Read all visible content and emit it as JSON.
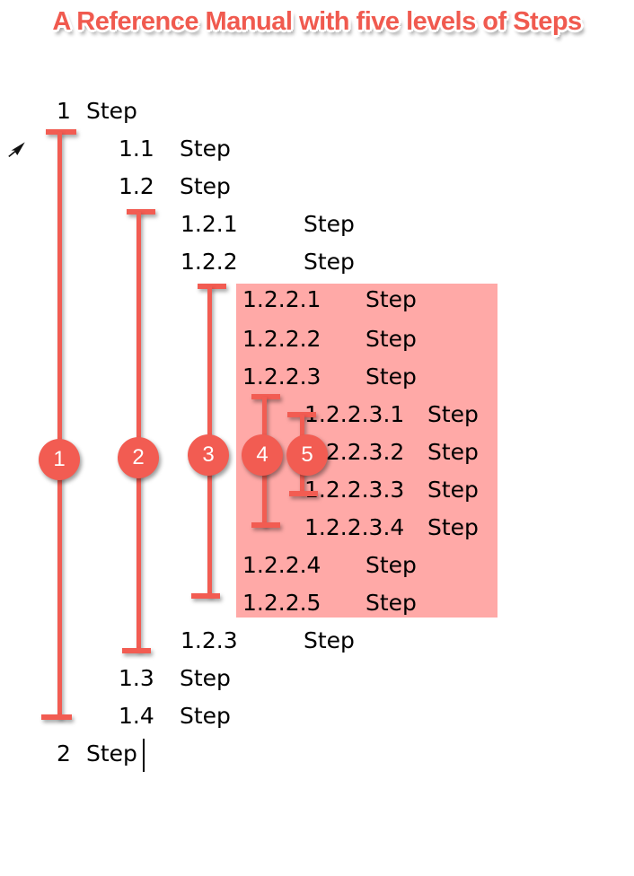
{
  "title": "A Reference Manual with five levels of Steps",
  "colors": {
    "accent": "#f25c52",
    "highlight": "#ffa9a7",
    "text": "#000000"
  },
  "outline": [
    {
      "number": "1",
      "label": "Step",
      "level": 1
    },
    {
      "number": "1.1",
      "label": "Step",
      "level": 2
    },
    {
      "number": "1.2",
      "label": "Step",
      "level": 2
    },
    {
      "number": "1.2.1",
      "label": "Step",
      "level": 3
    },
    {
      "number": "1.2.2",
      "label": "Step",
      "level": 3
    },
    {
      "number": "1.2.2.1",
      "label": "Step",
      "level": 4
    },
    {
      "number": "1.2.2.2",
      "label": "Step",
      "level": 4
    },
    {
      "number": "1.2.2.3",
      "label": "Step",
      "level": 4
    },
    {
      "number": "1.2.2.3.1",
      "label": "Step",
      "level": 5
    },
    {
      "number": "1.2.2.3.2",
      "label": "Step",
      "level": 5
    },
    {
      "number": "1.2.2.3.3",
      "label": "Step",
      "level": 5
    },
    {
      "number": "1.2.2.3.4",
      "label": "Step",
      "level": 5
    },
    {
      "number": "1.2.2.4",
      "label": "Step",
      "level": 4
    },
    {
      "number": "1.2.2.5",
      "label": "Step",
      "level": 4
    },
    {
      "number": "1.2.3",
      "label": "Step",
      "level": 3
    },
    {
      "number": "1.3",
      "label": "Step",
      "level": 2
    },
    {
      "number": "1.4",
      "label": "Step",
      "level": 2
    },
    {
      "number": "2",
      "label": "Step",
      "level": 1
    }
  ],
  "level_markers": [
    {
      "label": "1"
    },
    {
      "label": "2"
    },
    {
      "label": "3"
    },
    {
      "label": "4"
    },
    {
      "label": "5"
    }
  ]
}
